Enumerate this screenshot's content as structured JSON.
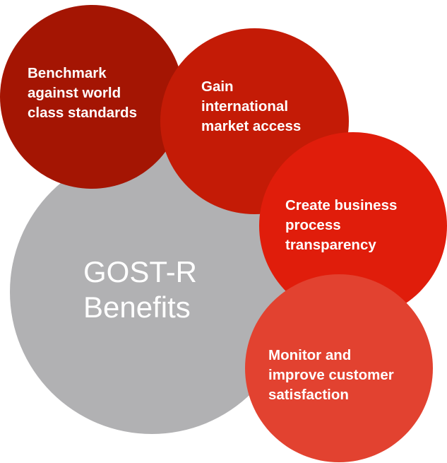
{
  "diagram": {
    "center": {
      "line1": "GOST-R",
      "line2": "Benefits",
      "color": "#b1b1b3"
    },
    "benefits": [
      {
        "text": "Benchmark\nagainst world\nclass standards",
        "color": "#a41503"
      },
      {
        "text": "Gain\ninternational\nmarket access",
        "color": "#c41b06"
      },
      {
        "text": "Create business\nprocess\ntransparency",
        "color": "#e01d0b"
      },
      {
        "text": "Monitor and\nimprove customer\nsatisfaction",
        "color": "#e24230"
      }
    ]
  }
}
